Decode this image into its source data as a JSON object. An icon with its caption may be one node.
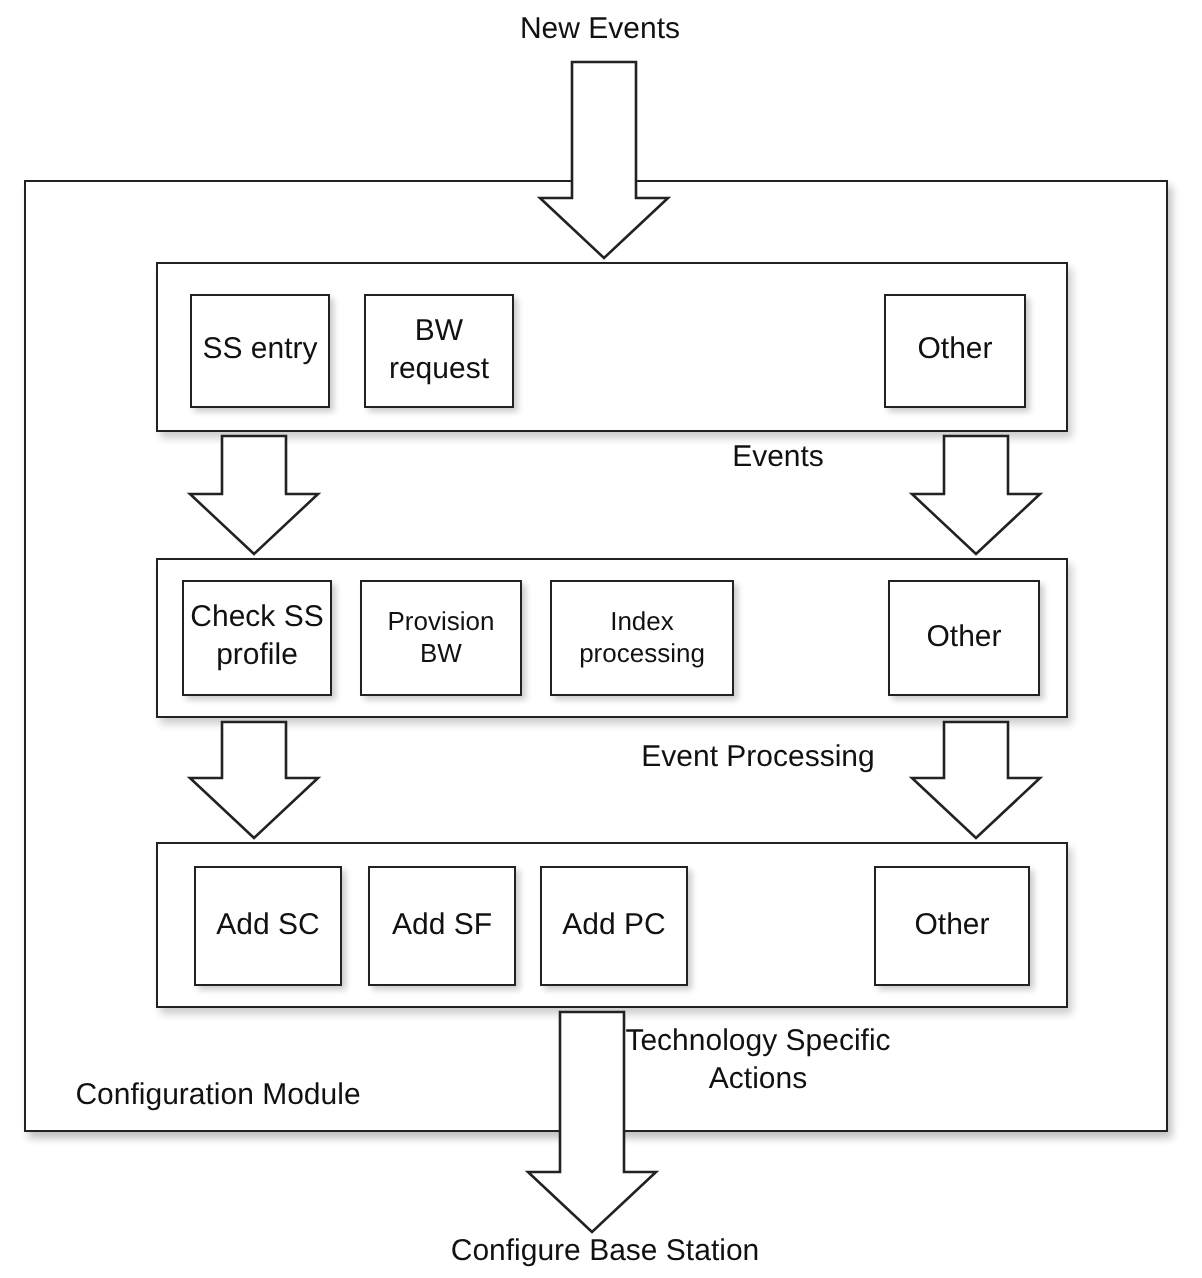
{
  "diagram": {
    "nodes": [
      {
        "text": [
          "New Events"
        ]
      },
      {
        "text": [
          "Configuration Module"
        ]
      },
      {
        "text": [
          "Events"
        ],
        "in": 1
      },
      {
        "text": [
          "SS entry"
        ],
        "in": 2
      },
      {
        "text": [
          "BW request"
        ],
        "in": 2
      },
      {
        "text": [
          "Other"
        ],
        "in": 2
      },
      {
        "text": [
          "Event Processing"
        ],
        "in": 1
      },
      {
        "text": [
          "Check SS profile"
        ],
        "in": 6
      },
      {
        "text": [
          "Provision BW"
        ],
        "in": 6
      },
      {
        "text": [
          "Index processing"
        ],
        "in": 6
      },
      {
        "text": [
          "Other"
        ],
        "in": 6
      },
      {
        "text": [
          "Technology Specific Actions"
        ],
        "in": 1
      },
      {
        "text": [
          "Add SC"
        ],
        "in": 11
      },
      {
        "text": [
          "Add SF"
        ],
        "in": 11
      },
      {
        "text": [
          "Add PC"
        ],
        "in": 11
      },
      {
        "text": [
          "Other"
        ],
        "in": 11
      },
      {
        "text": [
          "Configure Base Station"
        ]
      }
    ],
    "edges": [
      {
        "from": 0,
        "to": 2,
        "arrow": "to"
      },
      {
        "from": 2,
        "to": 6,
        "arrow": "to"
      },
      {
        "from": 2,
        "to": 6,
        "arrow": "to"
      },
      {
        "from": 6,
        "to": 11,
        "arrow": "to"
      },
      {
        "from": 6,
        "to": 11,
        "arrow": "to"
      },
      {
        "from": 11,
        "to": 16,
        "arrow": "to"
      }
    ]
  }
}
